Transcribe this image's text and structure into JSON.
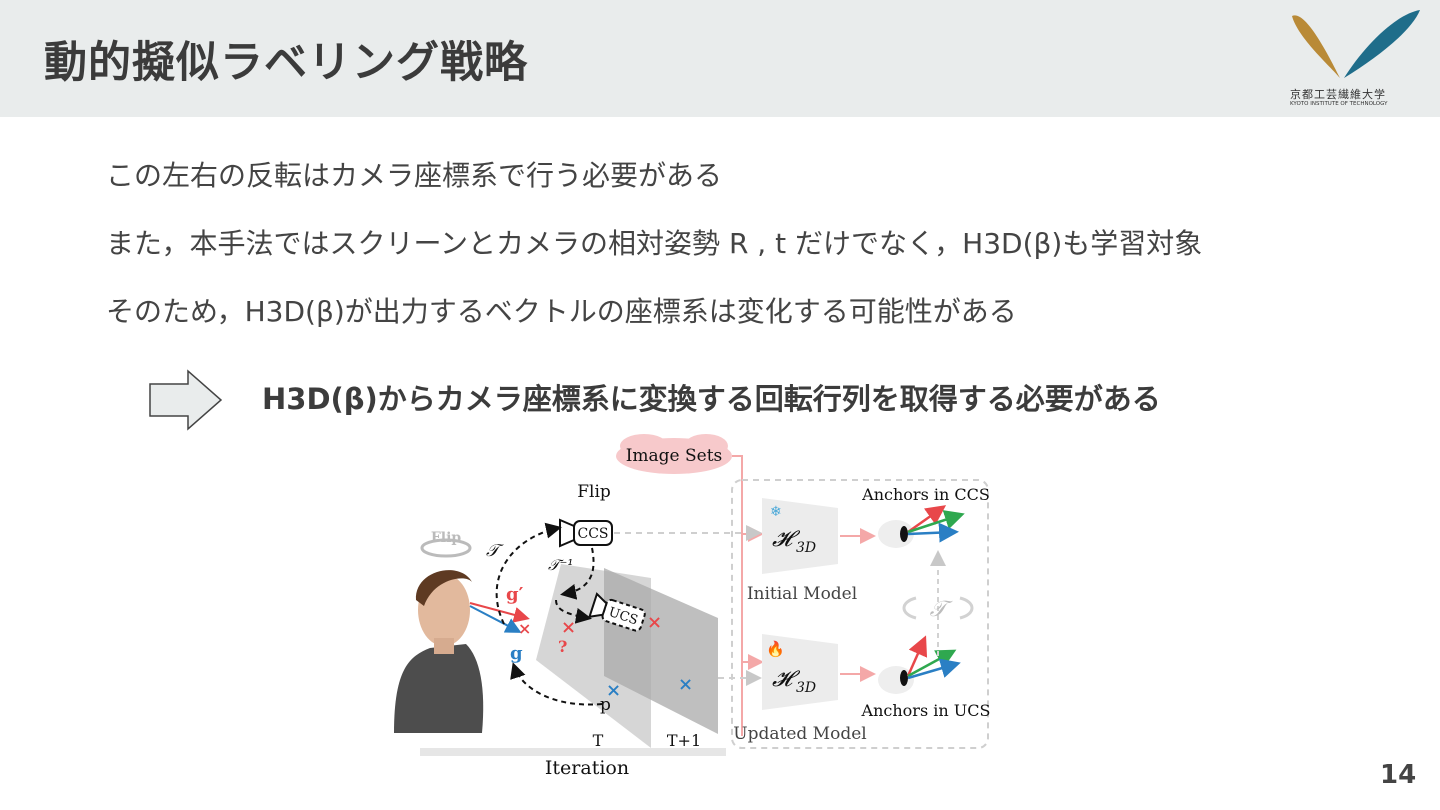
{
  "header": {
    "title": "動的擬似ラベリング戦略",
    "logo_text": "京都工芸繊維大学",
    "logo_subtext": "KYOTO INSTITUTE OF TECHNOLOGY"
  },
  "body": {
    "line1": "この左右の反転はカメラ座標系で行う必要がある",
    "line2": "また，本手法ではスクリーンとカメラの相対姿勢 R , t だけでなく，H3D(β)も学習対象",
    "line3": "そのため，H3D(β)が出力するベクトルの座標系は変化する可能性がある",
    "conclusion": "H3D(β)からカメラ座標系に変換する回転行列を取得する必要がある"
  },
  "figure": {
    "image_sets": "Image Sets",
    "flip_top": "Flip",
    "flip_icon_label": "Flip",
    "ccs": "CCS",
    "ucs": "UCS",
    "tau": "𝒯",
    "tau_inv": "𝒯⁻¹",
    "g_prime": "g′",
    "g": "g",
    "question": "?",
    "p": "p",
    "t_label": "T",
    "t1_label": "T+1",
    "iteration": "Iteration",
    "anchors_ccs": "Anchors in CCS",
    "anchors_ucs": "Anchors in UCS",
    "model_symbol": "𝓗",
    "model_subscript": "3D",
    "initial_model": "Initial Model",
    "updated_model": "Updated Model",
    "tau_center": "𝒯",
    "colors": {
      "red": "#e8474a",
      "blue": "#2a7fc4",
      "green": "#2fa84f",
      "pink": "#f4b6b6"
    }
  },
  "page_number": "14"
}
